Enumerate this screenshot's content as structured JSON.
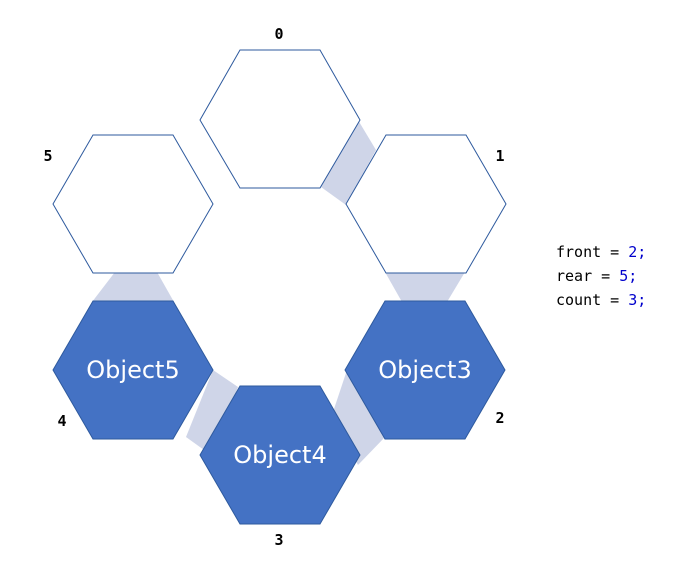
{
  "colors": {
    "filled": "#4472c4",
    "empty": "#ffffff",
    "outline": "#2e5a9e",
    "connector": "#cfd5e8",
    "code_number": "#0000cc"
  },
  "slots": [
    {
      "index": "0",
      "label": "",
      "filled": false
    },
    {
      "index": "1",
      "label": "",
      "filled": false
    },
    {
      "index": "2",
      "label": "Object3",
      "filled": true
    },
    {
      "index": "3",
      "label": "Object4",
      "filled": true
    },
    {
      "index": "4",
      "label": "Object5",
      "filled": true
    },
    {
      "index": "5",
      "label": "",
      "filled": false
    }
  ],
  "code": [
    {
      "name": "front",
      "value": "2"
    },
    {
      "name": "rear",
      "value": "5"
    },
    {
      "name": "count",
      "value": "3"
    }
  ]
}
